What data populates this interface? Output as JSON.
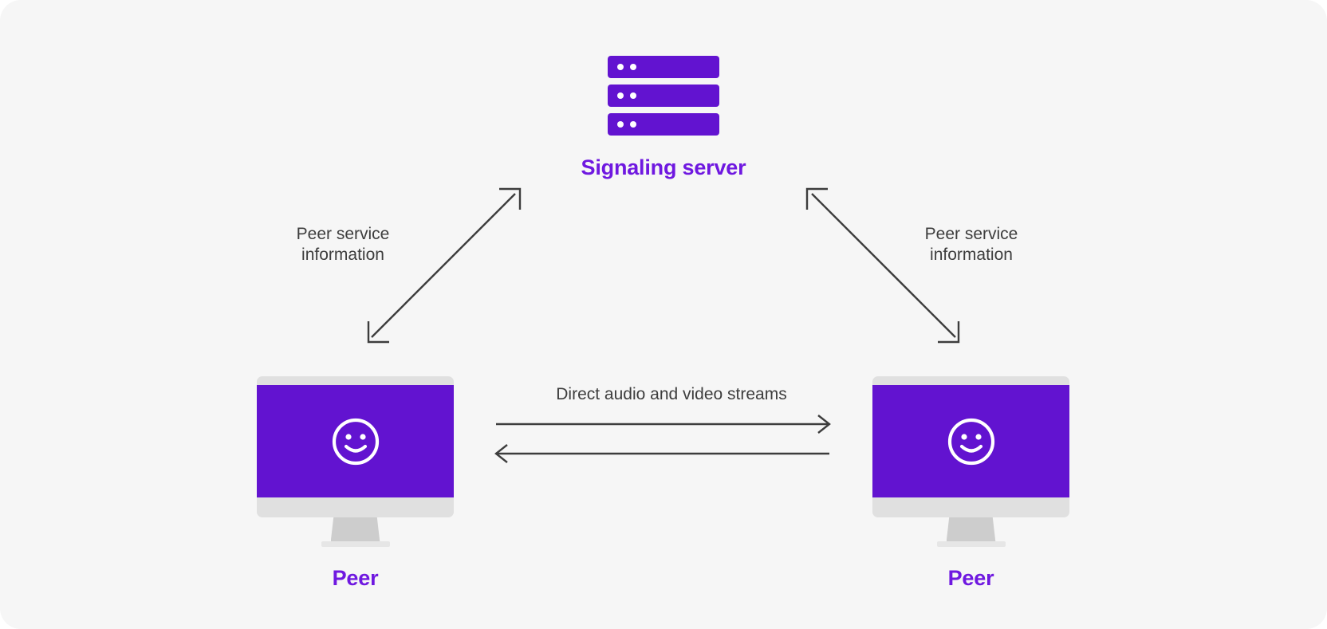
{
  "diagram": {
    "title_hidden": "",
    "background_color": "#f6f6f6",
    "accent_color": "#6213d0",
    "label_color": "#3d3d3d",
    "nodes": {
      "server": {
        "label": "Signaling server",
        "icon": "server-rack-icon",
        "bar_count": 3,
        "dots_per_bar": 2
      },
      "peer_left": {
        "label": "Peer",
        "icon": "monitor-smiley-icon"
      },
      "peer_right": {
        "label": "Peer",
        "icon": "monitor-smiley-icon"
      }
    },
    "edges": [
      {
        "id": "left-signaling",
        "label": "Peer service\ninformation",
        "from": "peer_left",
        "to": "server",
        "direction": "bidirectional"
      },
      {
        "id": "right-signaling",
        "label": "Peer service\ninformation",
        "from": "peer_right",
        "to": "server",
        "direction": "bidirectional"
      },
      {
        "id": "direct-media",
        "label": "Direct audio and video streams",
        "from": "peer_left",
        "to": "peer_right",
        "direction": "bidirectional"
      }
    ]
  }
}
